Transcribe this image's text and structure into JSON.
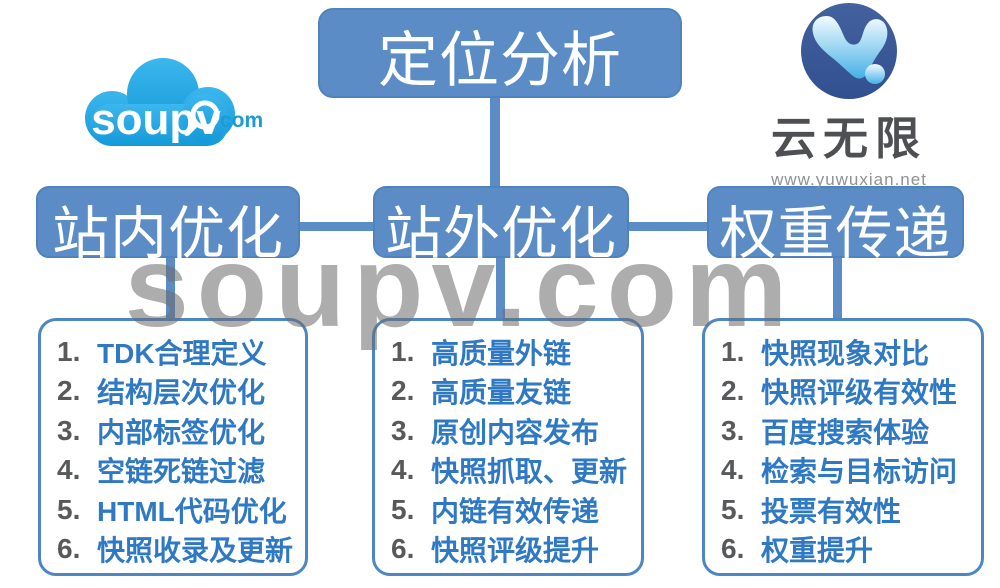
{
  "root_node": {
    "label": "定位分析"
  },
  "branches": [
    {
      "label": "站内优化",
      "items": [
        {
          "num": "1.",
          "text": "TDK合理定义"
        },
        {
          "num": "2.",
          "text": "结构层次优化"
        },
        {
          "num": "3.",
          "text": "内部标签优化"
        },
        {
          "num": "4.",
          "text": "空链死链过滤"
        },
        {
          "num": "5.",
          "text": "HTML代码优化"
        },
        {
          "num": "6.",
          "text": "快照收录及更新"
        }
      ]
    },
    {
      "label": "站外优化",
      "items": [
        {
          "num": "1.",
          "text": "高质量外链"
        },
        {
          "num": "2.",
          "text": "高质量友链"
        },
        {
          "num": "3.",
          "text": "原创内容发布"
        },
        {
          "num": "4.",
          "text": "快照抓取、更新"
        },
        {
          "num": "5.",
          "text": "内链有效传递"
        },
        {
          "num": "6.",
          "text": "快照评级提升"
        }
      ]
    },
    {
      "label": "权重传递",
      "items": [
        {
          "num": "1.",
          "text": "快照现象对比"
        },
        {
          "num": "2.",
          "text": "快照评级有效性"
        },
        {
          "num": "3.",
          "text": "百度搜索体验"
        },
        {
          "num": "4.",
          "text": "检索与目标访问"
        },
        {
          "num": "5.",
          "text": "投票有效性"
        },
        {
          "num": "6.",
          "text": "权重提升"
        }
      ]
    }
  ],
  "watermark": {
    "text": "soupv.com"
  },
  "soupv_logo": {
    "name": "soupv",
    "tld": "com"
  },
  "yunwuxian_logo": {
    "name": "云无限",
    "url": "www.yuwuxian.net"
  },
  "colors": {
    "node_blue": "#5b8cc6",
    "panel_border_blue": "#4d86c4",
    "item_text_blue": "#2e78c4",
    "number_gray": "#58595b",
    "watermark_gray": "#6c6c6c",
    "soupv_logo_blue": "#22a5e2",
    "yunwuxian_circle_blue": "#3a5ca3"
  }
}
